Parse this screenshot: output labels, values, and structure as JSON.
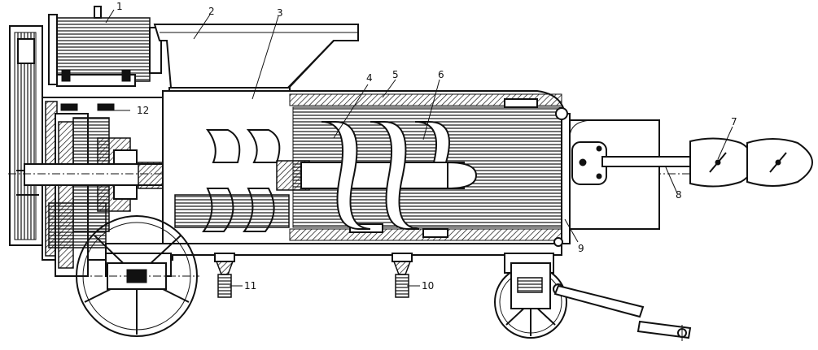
{
  "callouts": [
    {
      "id": 1,
      "label": "1"
    },
    {
      "id": 2,
      "label": "2"
    },
    {
      "id": 3,
      "label": "3"
    },
    {
      "id": 4,
      "label": "4"
    },
    {
      "id": 5,
      "label": "5"
    },
    {
      "id": 6,
      "label": "6"
    },
    {
      "id": 7,
      "label": "7"
    },
    {
      "id": 8,
      "label": "8"
    },
    {
      "id": 9,
      "label": "9"
    },
    {
      "id": 10,
      "label": "10"
    },
    {
      "id": 11,
      "label": "11"
    },
    {
      "id": 12,
      "label": "12"
    }
  ],
  "colors": {
    "ink": "#111111",
    "paper": "#ffffff"
  }
}
